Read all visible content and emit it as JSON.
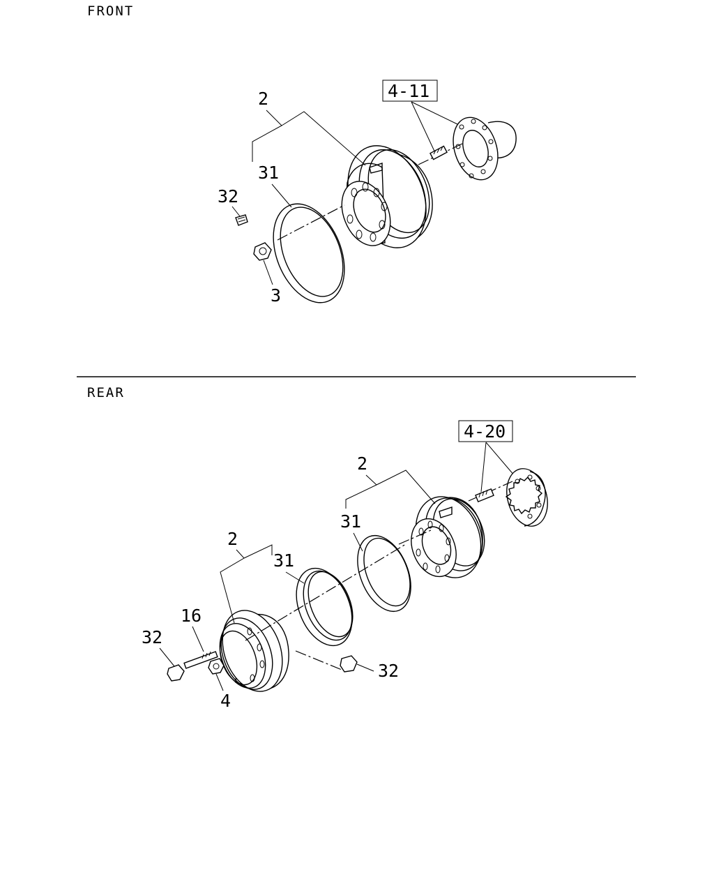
{
  "front": {
    "section_title": "FRONT",
    "ref_box": "4-11",
    "labels": {
      "wheel": "2",
      "ring": "31",
      "cap_nut": "32",
      "nut": "3"
    }
  },
  "rear": {
    "section_title": "REAR",
    "ref_box": "4-20",
    "labels": {
      "inner_wheel": "2",
      "inner_ring": "31",
      "outer_wheel": "2",
      "outer_ring": "31",
      "stud": "16",
      "cap_nut_left": "32",
      "cap_nut_right": "32",
      "nut": "4"
    }
  }
}
